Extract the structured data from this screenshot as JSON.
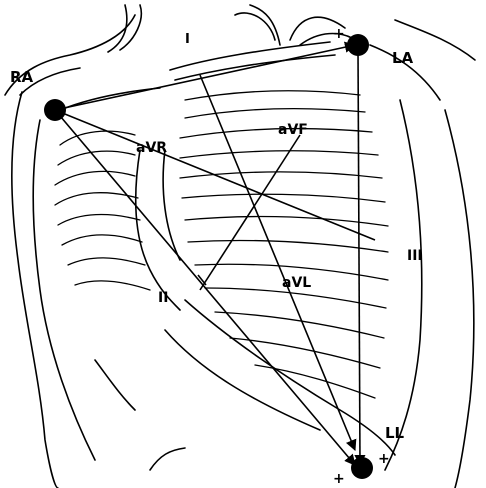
{
  "electrodes": {
    "ra": "RA",
    "la": "LA",
    "ll": "LL"
  },
  "leads": {
    "i": "I",
    "ii": "II",
    "iii": "III",
    "avr": "aVR",
    "avl": "aVL",
    "avf": "aVF"
  },
  "polarity": {
    "la_plus": "+",
    "ll_plus_left": "+",
    "ll_plus_right": "+"
  }
}
